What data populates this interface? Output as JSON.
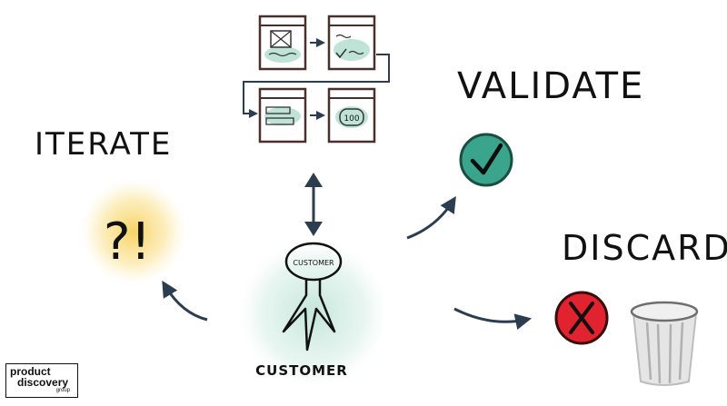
{
  "labels": {
    "iterate": "ITERATE",
    "validate": "VALIDATE",
    "discard": "DISCARD",
    "customer_head": "CUSTOMER",
    "customer_caption": "CUSTOMER",
    "question": "?!",
    "screen_value": "100"
  },
  "logo": {
    "line1": "product",
    "line2": "discovery",
    "line3": "group"
  },
  "colors": {
    "ink": "#111111",
    "arrow": "#2b3d4f",
    "wireframe_fill": "#d8ece8",
    "check_circle": "#3aa58c",
    "x_circle": "#e0232e",
    "glow_yellow": "#f8d86a",
    "glow_teal": "#bfe3d7",
    "trash": "#d9d9d9"
  },
  "icons": [
    "checkmark-icon",
    "x-icon",
    "trash-can-icon",
    "question-exclaim-icon"
  ]
}
